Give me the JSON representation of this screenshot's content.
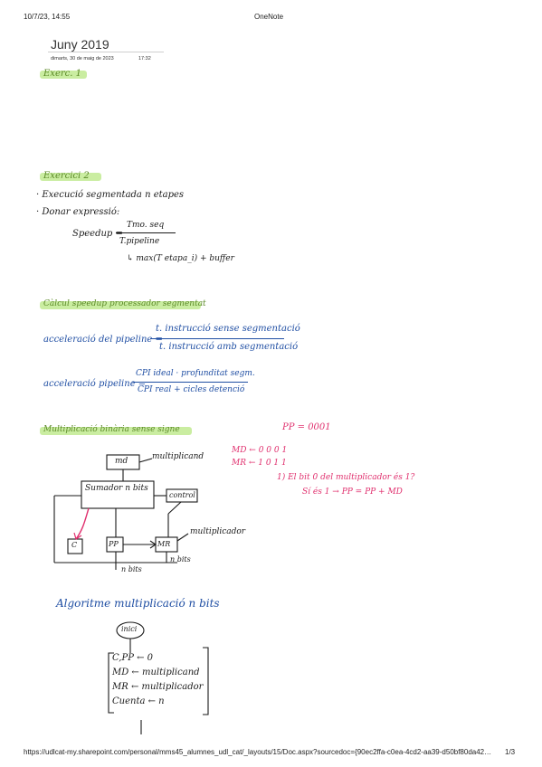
{
  "header": {
    "datetime": "10/7/23, 14:55",
    "app": "OneNote"
  },
  "page": {
    "title": "Juny 2019",
    "meta_date": "dimarts, 30 de maig de 2023",
    "meta_time": "17:32"
  },
  "notes": {
    "exercici1": "Exerc. 1",
    "exercici2": "Exercici 2",
    "line_a": "· Execució segmentada n etapes",
    "line_b": "· Donar expressió:",
    "speedup_label": "Speedup =",
    "speedup_num": "Tmo. seq",
    "speedup_den": "T.pipeline",
    "speedup_note": "↳ max(T etapa_i) + buffer",
    "calc_heading": "Càlcul speedup processador segmentat",
    "acc1_label": "acceleració del pipeline =",
    "acc1_num": "t. instrucció sense segmentació",
    "acc1_den": "t. instrucció amb segmentació",
    "acc2_label": "acceleració pipeline =",
    "acc2_num": "CPI ideal · profunditat segm.",
    "acc2_den": "CPI real + cicles detenció",
    "mult_heading": "Multiplicació binària sense signe",
    "pp_init": "PP = 0001",
    "md_line": "MD ← 0 0 0 1",
    "mr_line": "MR ← 1 0 1 1",
    "q1": "1) El bit 0 del multiplicador és 1?",
    "q1_ans": "Sí és 1 → PP = PP + MD",
    "diag_md": "md",
    "diag_multiplicand": "multiplicand",
    "diag_sumador": "Sumador n bits",
    "diag_control": "control",
    "diag_c": "C",
    "diag_pp": "PP",
    "diag_mr": "MR",
    "diag_multiplicador": "multiplicador",
    "diag_nbits_1": "n bits",
    "diag_nbits_2": "n bits",
    "algo_heading": "Algoritme multiplicació n bits",
    "algo_start": "inici",
    "algo_lines": [
      "C,PP ← 0",
      "MD ← multiplicand",
      "MR ← multiplicador",
      "Cuenta ← n"
    ]
  },
  "footer": {
    "url": "https://udlcat-my.sharepoint.com/personal/mms45_alumnes_udl_cat/_layouts/15/Doc.aspx?sourcedoc={90ec2ffa-c0ea-4cd2-aa39-d50bf80da42a...",
    "page": "1/3"
  },
  "colors": {
    "highlight": "#bde88a",
    "ink_black": "#1a1a1a",
    "ink_blue": "#1f4ea3",
    "ink_pink": "#e0306e"
  }
}
